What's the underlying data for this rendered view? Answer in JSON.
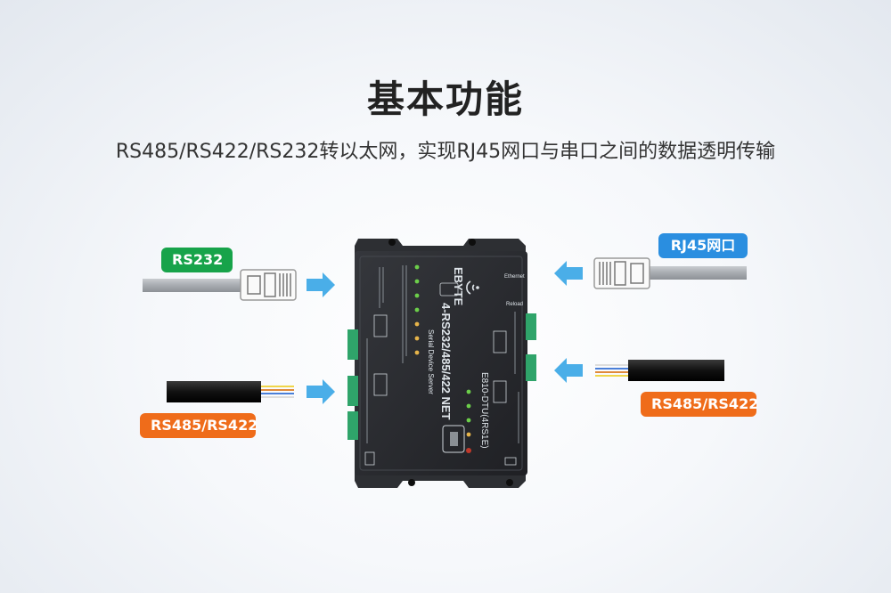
{
  "header": {
    "title": "基本功能",
    "subtitle": "RS485/RS422/RS232转以太网，实现RJ45网口与串口之间的数据透明传输"
  },
  "labels": {
    "rs232": "RS232",
    "rj45": "RJ45网口",
    "rs485_left": "RS485/RS422",
    "rs485_right": "RS485/RS422"
  },
  "device": {
    "brand": "EBYTE",
    "model_line": "4-RS232/485/422 NET",
    "description": "Serial Device Server",
    "model_code": "E810-DTU(4RS1E)",
    "ethernet_label": "Ethernet",
    "reload_label": "Reload"
  },
  "colors": {
    "rs232": "#17a34a",
    "rj45": "#2a8ee0",
    "rs485": "#ef6c1a",
    "arrow": "#4aaee8",
    "device_body": "#2b2d31",
    "terminal": "#2fa46a"
  }
}
